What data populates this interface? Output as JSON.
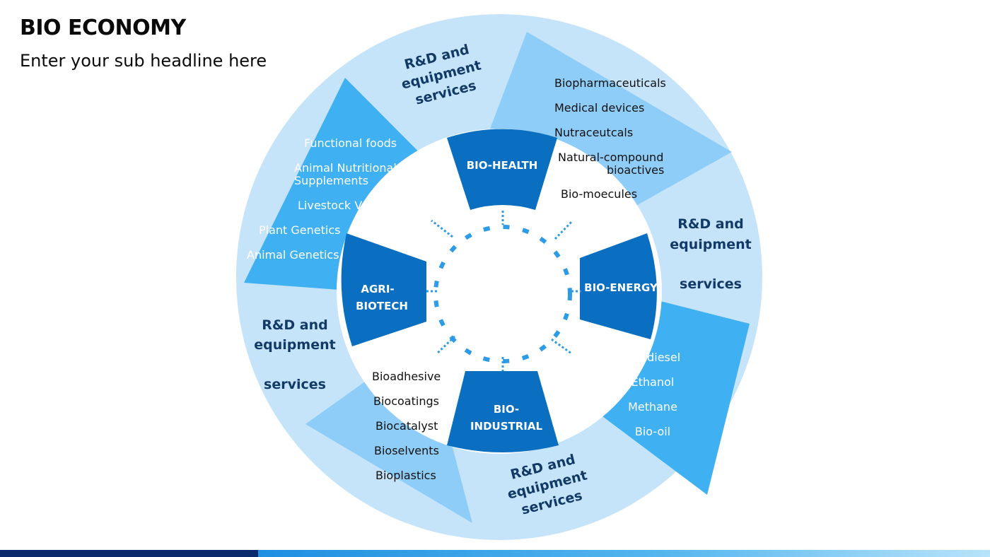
{
  "title": "BIO ECONOMY",
  "subtitle": "Enter your sub headline here",
  "colors": {
    "outer_ring": "#c5e4fa",
    "inner_white": "#ffffff",
    "sector_mid": "#8ecdf7",
    "sector_bright": "#3fb0f2",
    "hub_dark": "#0b6fc1",
    "dots": "#2d9be6",
    "rd_text": "#123a66",
    "bottom_bar_dark": "#0b2a6e"
  },
  "hubs": {
    "health": {
      "label_lines": [
        "BIO-HEALTH"
      ]
    },
    "energy": {
      "label_lines": [
        "BIO-ENERGY"
      ]
    },
    "industrial": {
      "label_lines": [
        "BIO-",
        "INDUSTRIAL"
      ]
    },
    "agri": {
      "label_lines": [
        "AGRI-",
        "BIOTECH"
      ]
    }
  },
  "sectors": {
    "health": {
      "items": [
        "Biopharmaceuticals",
        "Medical devices",
        "Nutraceutcals",
        "Natural-compound",
        "bioactives",
        "Bio-moecules"
      ]
    },
    "energy": {
      "items": [
        "Bio-diesel",
        "Ethanol",
        "Methane",
        "Bio-oil"
      ]
    },
    "industrial": {
      "items": [
        "Bioadhesive",
        "Biocoatings",
        "Biocatalyst",
        "Bioselvents",
        "Bioplastics"
      ]
    },
    "agri": {
      "items": [
        "Functional foods",
        "Animal Nutritional",
        "Supplements",
        "Livestock Vaccines",
        "Plant Genetics",
        "Animal Genetics"
      ]
    }
  },
  "rd_services": {
    "top": {
      "lines": [
        "R&D and",
        "equipment",
        "services"
      ]
    },
    "right": {
      "lines": [
        "R&D and",
        "equipment",
        "services"
      ]
    },
    "bottom": {
      "lines": [
        "R&D and",
        "equipment",
        "services"
      ]
    },
    "left": {
      "lines": [
        "R&D and",
        "equipment",
        "services"
      ]
    }
  }
}
